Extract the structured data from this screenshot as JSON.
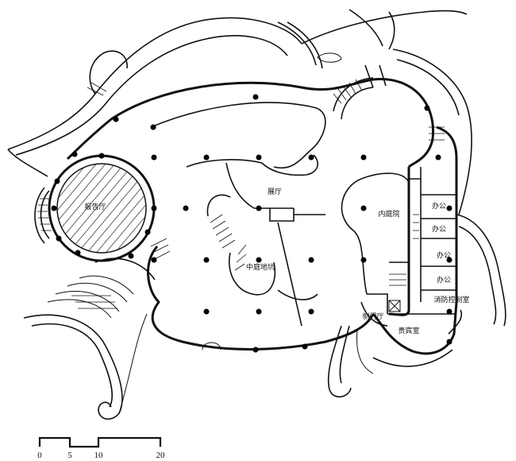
{
  "rooms": {
    "round_hall": "报告厅",
    "exhibition_hall": "展厅",
    "atrium_pit": "中庭地坑",
    "inner_courtyard": "内庭院",
    "office_1": "办公",
    "office_2": "办公",
    "office_3": "办公",
    "office_4": "办公",
    "fire_control": "消防控制室",
    "side_entrance_hall": "侧门厅",
    "vip_room": "贵宾室"
  },
  "scale_bar": {
    "ticks": [
      "0",
      "5",
      "10",
      "20"
    ]
  }
}
